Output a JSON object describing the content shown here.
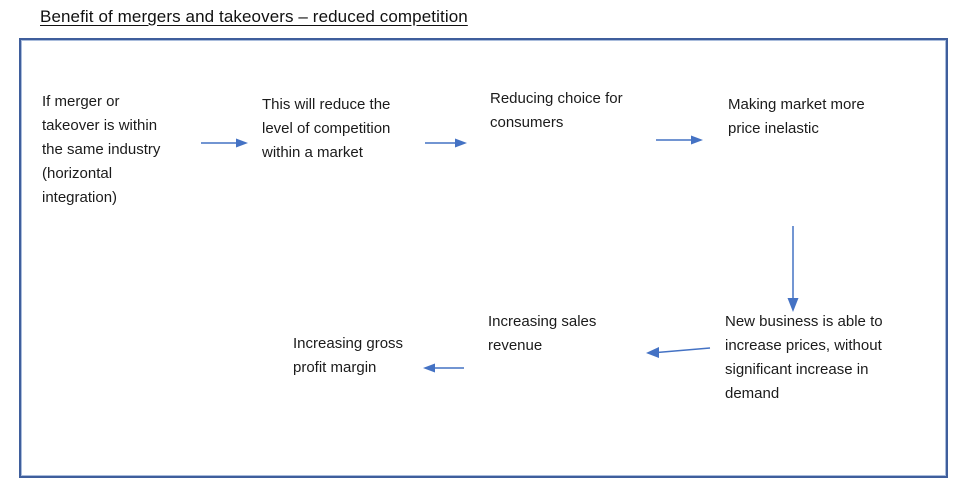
{
  "title": "Benefit of mergers and takeovers – reduced competition",
  "colors": {
    "arrow": "#4472C4",
    "border": "#3F5E9C",
    "border_light": "#A9BCDC",
    "text": "#1B1B1B",
    "title": "#111111",
    "background": "#FFFFFF"
  },
  "diagram": {
    "nodes": [
      {
        "id": "merger-same-industry",
        "text": "If merger or\ntakeover is within\nthe same industry\n(horizontal\nintegration)"
      },
      {
        "id": "reduce-competition",
        "text": "This will reduce the\nlevel of competition\nwithin a market"
      },
      {
        "id": "reducing-choice",
        "text": "Reducing choice for\nconsumers"
      },
      {
        "id": "price-inelastic",
        "text": "Making market more\nprice inelastic"
      },
      {
        "id": "increase-prices",
        "text": "New business is able to\nincrease prices, without\nsignificant increase in\ndemand"
      },
      {
        "id": "sales-revenue",
        "text": "Increasing sales\nrevenue"
      },
      {
        "id": "gross-margin",
        "text": "Increasing gross\nprofit margin"
      }
    ],
    "connections": [
      "merger-same-industry -> reduce-competition",
      "reduce-competition -> reducing-choice",
      "reducing-choice -> price-inelastic",
      "price-inelastic -> increase-prices",
      "increase-prices -> sales-revenue",
      "sales-revenue -> gross-margin"
    ]
  }
}
